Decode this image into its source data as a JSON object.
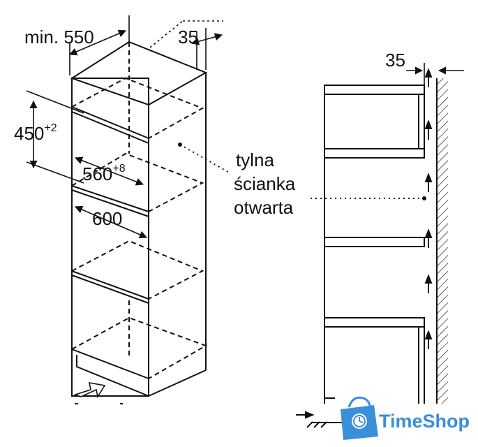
{
  "cabinet_diagram": {
    "dimensions": {
      "min_depth": "min. 550",
      "rear_gap": "35",
      "niche_height_base": "450",
      "niche_height_sup": "+2",
      "niche_width_base": "560",
      "niche_width_sup": "+8",
      "cabinet_width": "600"
    },
    "rear_wall_label": [
      "tylna",
      "ścianka",
      "otwarta"
    ]
  },
  "side_view": {
    "rear_gap": "35"
  },
  "watermark": {
    "brand": "TimeShop",
    "color": "#3a8fd9",
    "icon": "shopping-bag-clock-icon"
  }
}
